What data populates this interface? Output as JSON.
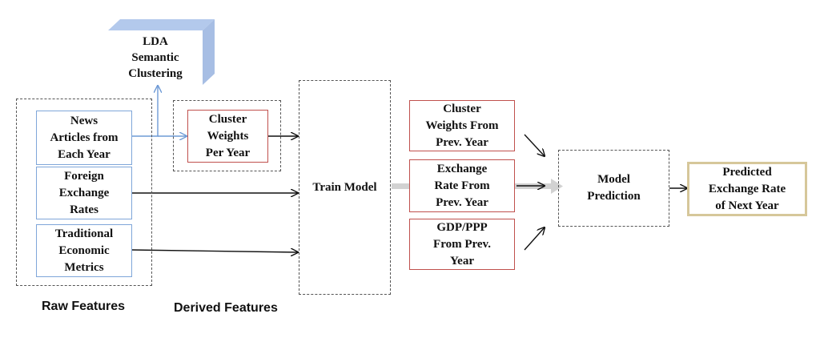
{
  "lda": {
    "label": "LDA\nSemantic\nClustering",
    "color": "#3f7ad9"
  },
  "raw": {
    "news": "News\nArticles from\nEach Year",
    "fx": "Foreign\nExchange\nRates",
    "econ": "Traditional\nEconomic\nMetrics",
    "caption": "Raw Features"
  },
  "derived": {
    "cluster": "Cluster\nWeights\nPer Year",
    "caption": "Derived Features"
  },
  "train": {
    "label": "Train Model"
  },
  "prev": {
    "cluster": "Cluster\nWeights From\nPrev. Year",
    "fx": "Exchange\nRate From\nPrev. Year",
    "gdp": "GDP/PPP\nFrom Prev.\nYear"
  },
  "prediction": {
    "label": "Model\nPrediction"
  },
  "output": {
    "label": "Predicted\nExchange Rate\nof Next Year",
    "border": "#d6c79a"
  }
}
